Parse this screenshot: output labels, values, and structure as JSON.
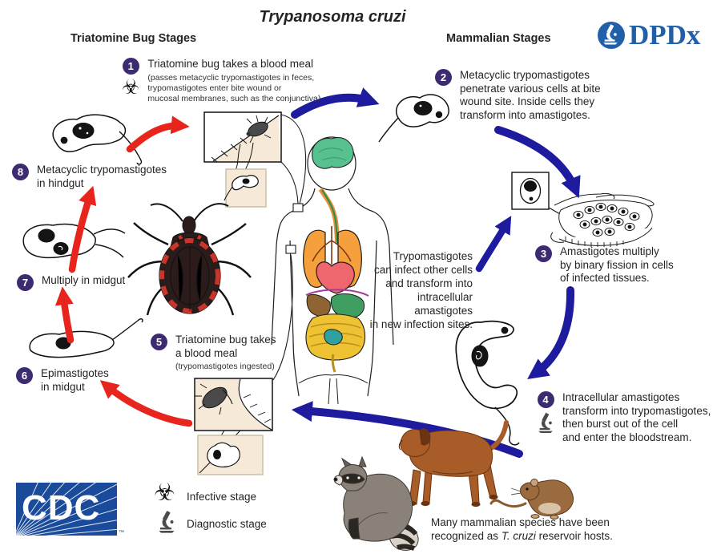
{
  "title": "Trypanosoma cruzi",
  "section_headers": {
    "left": "Triatomine Bug Stages",
    "right": "Mammalian Stages"
  },
  "logos": {
    "dpdx_text": "DPDx",
    "cdc_text": "CDC",
    "cdc_trademark": "™"
  },
  "steps": [
    {
      "num": "1",
      "label": "Triatomine bug takes a blood meal",
      "sublabel": "(passes metacyclic trypomastigotes in feces,\ntrypomastigotes enter bite wound or\nmucosal membranes, such as the conjunctiva)"
    },
    {
      "num": "2",
      "label": "Metacyclic trypomastigotes\npenetrate various cells at bite\nwound site.  Inside cells they\ntransform into amastigotes."
    },
    {
      "num": "3",
      "label": "Amastigotes multiply\nby binary fission in cells\nof infected tissues."
    },
    {
      "num": "4",
      "label": "Intracellular amastigotes\ntransform into trypomastigotes,\nthen burst out of the cell\nand enter the bloodstream."
    },
    {
      "num": "5",
      "label": "Triatomine bug takes\na blood meal",
      "sublabel": "(trypomastigotes ingested)"
    },
    {
      "num": "6",
      "label": "Epimastigotes\nin midgut"
    },
    {
      "num": "7",
      "label": "Multiply in midgut"
    },
    {
      "num": "8",
      "label": "Metacyclic trypomastigotes\nin hindgut"
    }
  ],
  "center_note": "Trypomastigotes\ncan infect other cells\nand transform into\nintracellular amastigotes\nin new infection sites.",
  "legend": {
    "infective": "Infective stage",
    "diagnostic": "Diagnostic stage",
    "biohazard_glyph": "☣"
  },
  "reservoir_note": {
    "line1": "Many mammalian species have been",
    "pre_italic": "recognized as ",
    "italic": "T. cruzi",
    "post_italic": " reservoir hosts."
  },
  "colors": {
    "arrow_red": "#E8251D",
    "arrow_blue": "#1E1B9E",
    "step_circle_purple": "#3D2B71",
    "cdc_blue": "#1A4B9B",
    "dpdx_blue": "#2060A8",
    "inset_beige": "#F6E9D8",
    "text": "#262324"
  }
}
